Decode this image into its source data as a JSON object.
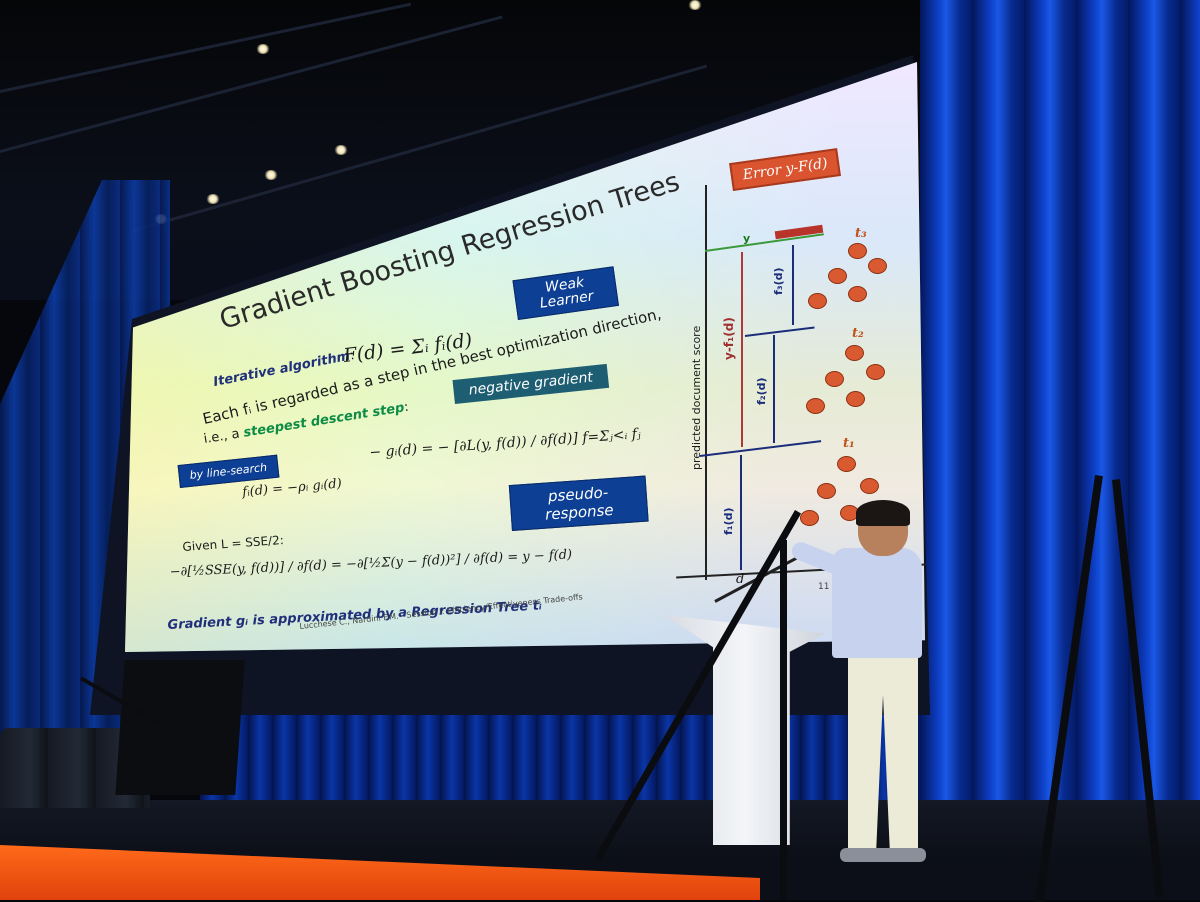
{
  "slide": {
    "title": "Gradient Boosting Regression Trees",
    "iterative_label": "Iterative algorithm",
    "formula_main": "F(d) = Σᵢ fᵢ(d)",
    "weak_learner_line1": "Weak",
    "weak_learner_line2": "Learner",
    "each_line": "Each fᵢ is regarded as a step in the best optimization direction,",
    "ie_prefix": "i.e., a ",
    "steepest": "steepest descent step",
    "ie_suffix": ":",
    "negative_gradient": "negative gradient",
    "gradient_formula": "− gᵢ(d) = − [∂L(y, f(d)) / ∂f(d)]  f=Σⱼ<ᵢ fⱼ",
    "line_search": "by line-search",
    "step_formula": "fᵢ(d) = −ρᵢ gᵢ(d)",
    "pseudo_response": "pseudo-response",
    "given": "Given L = SSE/2:",
    "sse_formula": "−∂[½SSE(y, f(d))] / ∂f(d) = −∂[½Σ(y − f(d))²] / ∂f(d) = y − f(d)",
    "approx_prefix": "Gradient gᵢ is approximated by a ",
    "approx_bold": "Regression Tree tᵢ",
    "footer": "Lucchese C., Nardini F.M.  -  Session I: Efficiency/Effectiveness Trade-offs",
    "page_number": "11"
  },
  "graph": {
    "error_label": "Error y-F(d)",
    "y_axis_label": "predicted document score",
    "y_label": "y",
    "d_label": "d",
    "f3": "f₃(d)",
    "f2": "f₂(d)",
    "f1": "f₁(d)",
    "yf1": "y-f₁(d)",
    "t3": "t₃",
    "t2": "t₂",
    "t1": "t₁"
  },
  "colors": {
    "title_box": "#0d3f94",
    "teal_box": "#1d5e72",
    "error_box": "#d9542f",
    "tree_node": "#d95a30",
    "curtain": "#0d3ec4",
    "stage_edge": "#ff6a1a"
  }
}
